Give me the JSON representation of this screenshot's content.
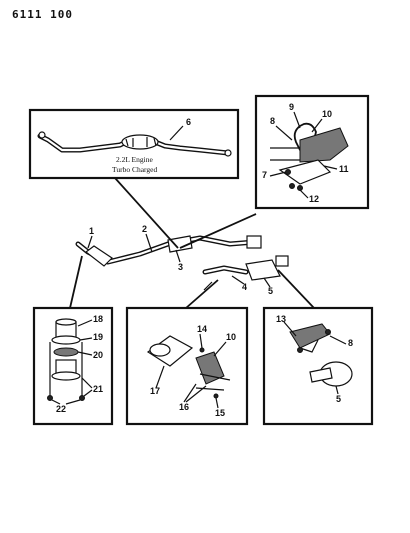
{
  "page": {
    "id": "6111 100"
  },
  "callouts": {
    "c1": "1",
    "c2": "2",
    "c3": "3",
    "c4": "4",
    "c5": "5",
    "c6": "6",
    "c7": "7",
    "c8": "8",
    "c9": "9",
    "c10": "10",
    "c11": "11",
    "c12": "12",
    "c13": "13",
    "c14": "14",
    "c15": "15",
    "c16": "16",
    "c17": "17",
    "c18": "18",
    "c19": "19",
    "c20": "20",
    "c21": "21",
    "c22": "22",
    "c5b": "5",
    "c8b": "8",
    "c10b": "10"
  },
  "caption": {
    "line1": "2.2L Engine",
    "line2": "Turbo Charged"
  }
}
